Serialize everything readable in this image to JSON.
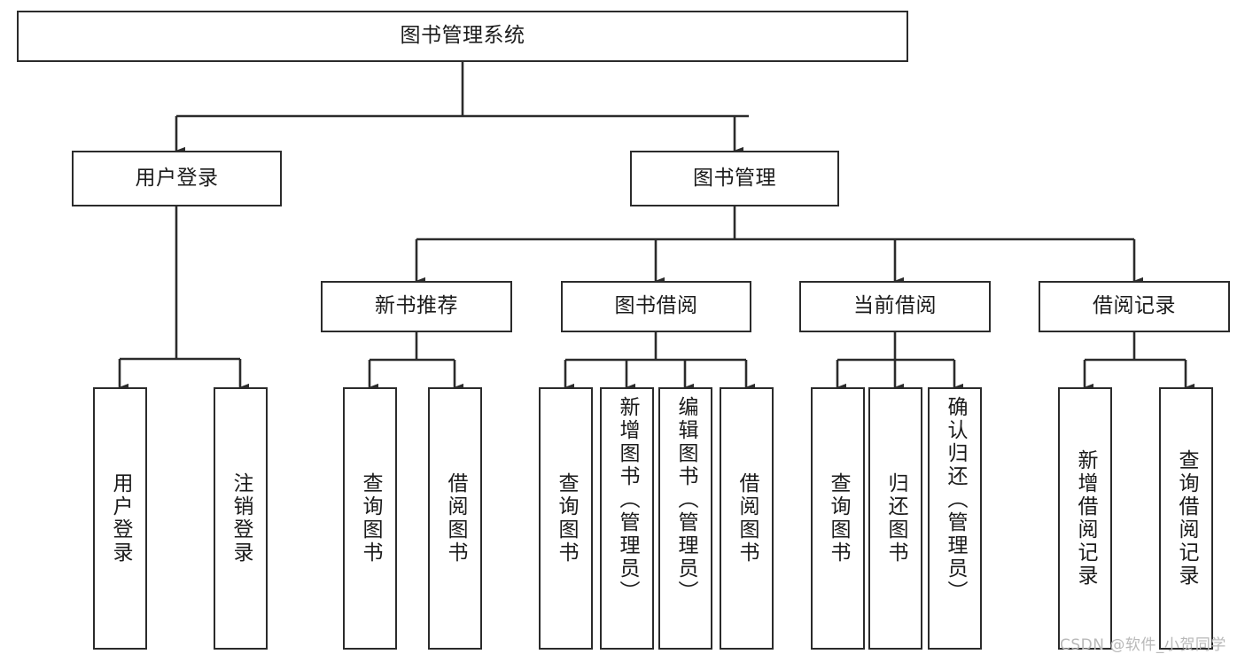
{
  "diagram": {
    "kind": "tree-structure-chart",
    "line_color": "#2b2b2b",
    "box_fill": "#ffffff",
    "text_color": "#1b1b1b",
    "root": {
      "id": "root",
      "label": "图书管理系统"
    },
    "level2": [
      {
        "id": "user-login",
        "label": "用户登录"
      },
      {
        "id": "book-manage",
        "label": "图书管理"
      }
    ],
    "level3": [
      {
        "id": "new-book-recommend",
        "label": "新书推荐"
      },
      {
        "id": "book-borrow",
        "label": "图书借阅"
      },
      {
        "id": "current-borrow",
        "label": "当前借阅"
      },
      {
        "id": "borrow-record",
        "label": "借阅记录"
      }
    ],
    "leaves": {
      "user_login": [
        {
          "id": "leaf-user-login",
          "label": "用户登录"
        },
        {
          "id": "leaf-logout-login",
          "label": "注销登录"
        }
      ],
      "new_book_recommend": [
        {
          "id": "leaf-query-book-1",
          "label": "查询图书"
        },
        {
          "id": "leaf-borrow-book-1",
          "label": "借阅图书"
        }
      ],
      "book_borrow": [
        {
          "id": "leaf-query-book-2",
          "label": "查询图书"
        },
        {
          "id": "leaf-add-book",
          "label": "新增图书（管理员）"
        },
        {
          "id": "leaf-edit-book",
          "label": "编辑图书（管理员）"
        },
        {
          "id": "leaf-borrow-book-2",
          "label": "借阅图书"
        }
      ],
      "current_borrow": [
        {
          "id": "leaf-query-book-3",
          "label": "查询图书"
        },
        {
          "id": "leaf-return-book",
          "label": "归还图书"
        },
        {
          "id": "leaf-confirm-return",
          "label": "确认归还（管理员）"
        }
      ],
      "borrow_record": [
        {
          "id": "leaf-add-borrow-record",
          "label": "新增借阅记录"
        },
        {
          "id": "leaf-query-borrow-record",
          "label": "查询借阅记录"
        }
      ]
    },
    "watermark": "CSDN @软件_小贺同学"
  }
}
